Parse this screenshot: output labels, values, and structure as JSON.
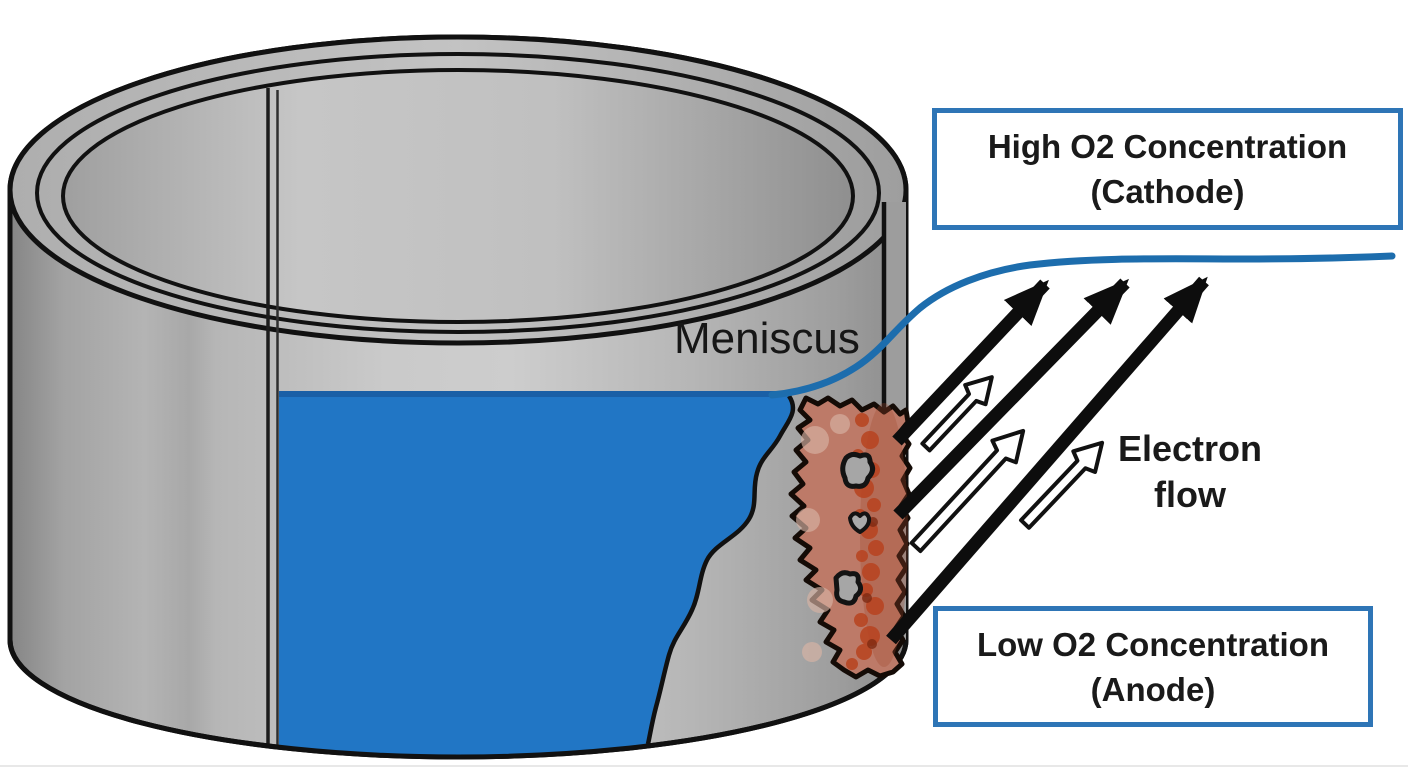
{
  "figure": {
    "type": "schematic-diagram",
    "subject": "Differential aeration corrosion cell at the water meniscus inside a tank"
  },
  "labels": {
    "meniscus": "Meniscus",
    "electron_flow_line1": "Electron",
    "electron_flow_line2": "flow",
    "cathode_box_line1": "High O2 Concentration",
    "cathode_box_line2": "(Cathode)",
    "anode_box_line1": "Low O2 Concentration",
    "anode_box_line2": "(Anode)"
  },
  "colors": {
    "water_blue": "#2176c5",
    "water_surface_dark_blue": "#1a5fa6",
    "meniscus_curve_blue": "#1d6dad",
    "label_box_border_blue": "#2e75b6",
    "tank_gray": "#b5b5b5",
    "rust_base": "#bd7a68",
    "rust_speckle": "#b8431f",
    "outline_black": "#111111",
    "text_black": "#1a1a1a"
  }
}
